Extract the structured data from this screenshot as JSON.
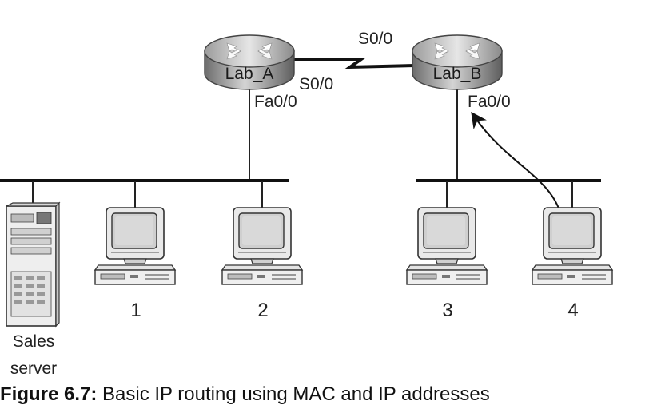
{
  "routers": {
    "lab_a": {
      "name": "Lab_A",
      "serial": "S0/0",
      "fastethernet": "Fa0/0"
    },
    "lab_b": {
      "name": "Lab_B",
      "serial": "S0/0",
      "fastethernet": "Fa0/0"
    }
  },
  "hosts": {
    "h1": {
      "label": "1"
    },
    "h2": {
      "label": "2"
    },
    "h3": {
      "label": "3"
    },
    "h4": {
      "label": "4"
    }
  },
  "server": {
    "line1": "Sales",
    "line2": "server"
  },
  "caption": {
    "figure": "Figure 6.7:",
    "text": " Basic IP routing using MAC and IP addresses"
  }
}
